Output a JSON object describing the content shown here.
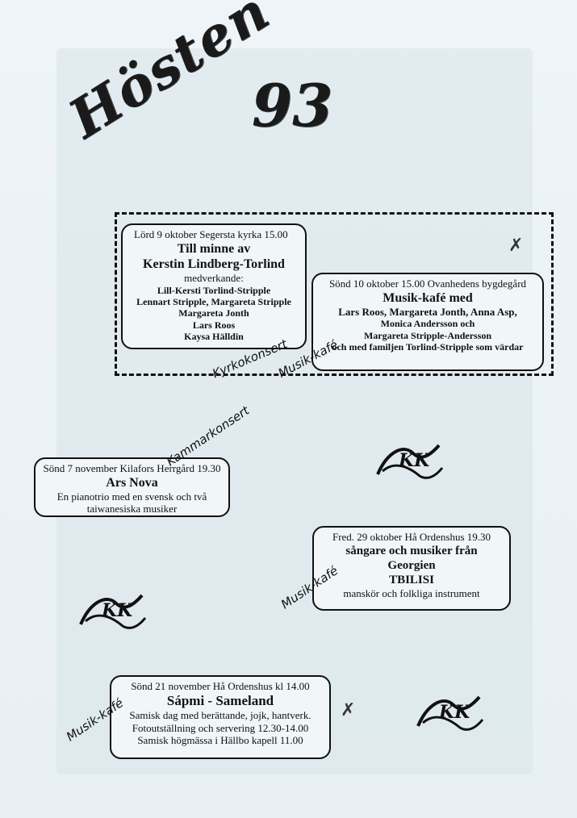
{
  "title": {
    "main": "Hösten",
    "year": "93"
  },
  "events": {
    "e1": {
      "when": "Lörd 9 oktober  Segersta kyrka 15.00",
      "title1": "Till minne av",
      "title2": "Kerstin Lindberg-Torlind",
      "sub": "medverkande:",
      "lines": [
        "Lill-Kersti Torlind-Stripple",
        "Lennart Stripple, Margareta Stripple",
        "Margareta Jonth",
        "Lars Roos",
        "Kaysa Hälldin"
      ]
    },
    "e2": {
      "when": "Sönd 10 oktober 15.00 Ovanhedens bygdegård",
      "title": "Musik-kafé med",
      "lines": [
        "Lars Roos, Margareta Jonth, Anna Asp,",
        "Monica Andersson och",
        "Margareta Stripple-Andersson",
        "och med familjen Torlind-Stripple som värdar"
      ]
    },
    "e3": {
      "when": "Sönd 7 november Kilafors Herrgård 19.30",
      "title": "Ars Nova",
      "lines": [
        "En pianotrio med en svensk och två",
        "taiwanesiska musiker"
      ]
    },
    "e4": {
      "when": "Fred. 29 oktober Hå Ordenshus 19.30",
      "title1": "sångare och musiker från",
      "title2": "Georgien",
      "title3": "TBILISI",
      "lines": [
        "manskör och folkliga instrument"
      ]
    },
    "e5": {
      "when": "Sönd 21 november Hå Ordenshus kl 14.00",
      "title": "Sápmi - Sameland",
      "lines": [
        "Samisk dag med berättande, jojk, hantverk.",
        "Fotoutställning och servering 12.30-14.00",
        "Samisk högmässa i Hällbo kapell 11.00"
      ]
    }
  },
  "labels": {
    "kyrkokonsert": "Kyrkokonsert",
    "musikkafe1": "Musik-kafé",
    "kammarkonsert": "Kammarkonsert",
    "musikkafe2": "Musik-kafé",
    "musikkafe3": "Musik-kafé"
  },
  "logo_text": "KK",
  "marks": {
    "m1": "✗",
    "m2": "✗"
  },
  "colors": {
    "paper": "#eef3f6",
    "ink": "#111111"
  }
}
